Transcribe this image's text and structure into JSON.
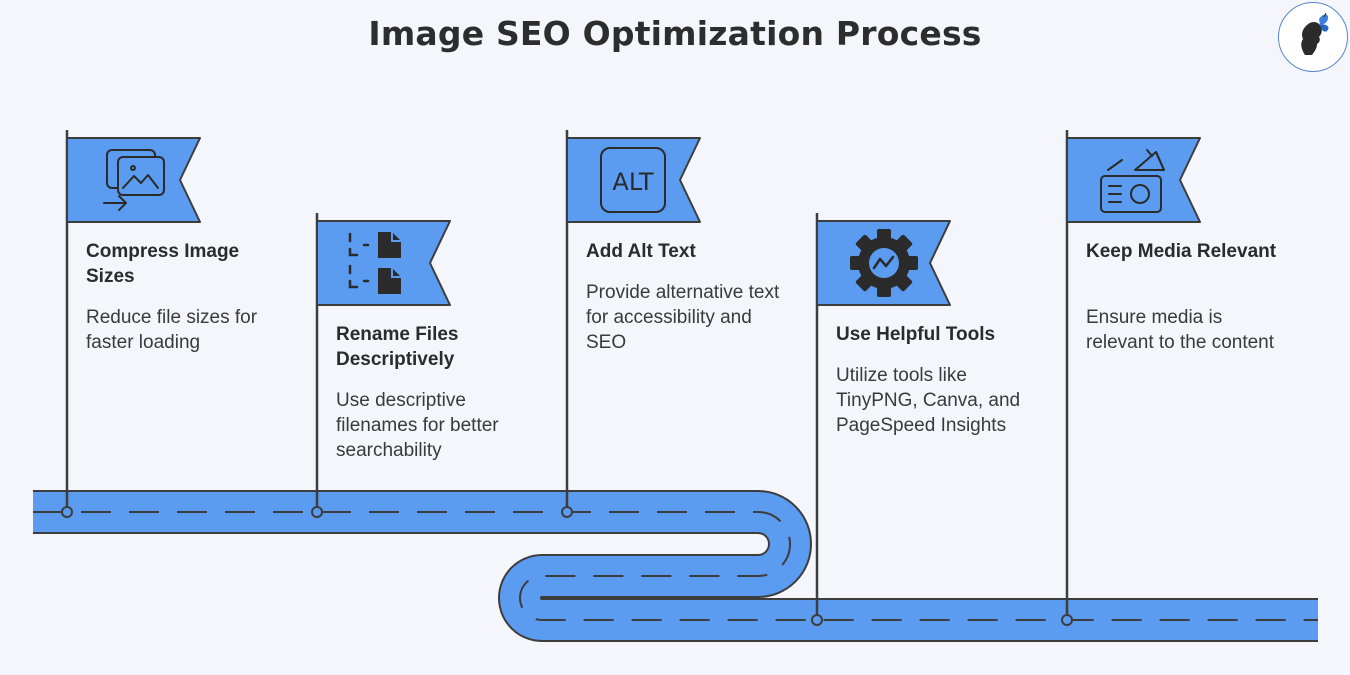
{
  "title": "Image SEO Optimization Process",
  "colors": {
    "flag": "#5b9bf0",
    "road": "#5b9bf0",
    "outline": "#3d3d3d",
    "background": "#f4f6fb"
  },
  "steps": [
    {
      "title": "Compress Image Sizes",
      "desc": "Reduce file sizes for faster loading",
      "icon": "image-compress-icon"
    },
    {
      "title": "Rename Files Descriptively",
      "desc": "Use descriptive filenames for better searchability",
      "icon": "file-rename-icon"
    },
    {
      "title": "Add Alt Text",
      "desc": "Provide alternative text for accessibility and SEO",
      "icon": "alt-text-icon",
      "icon_text": "ALT"
    },
    {
      "title": "Use Helpful Tools",
      "desc": "Utilize tools like TinyPNG, Canva, and PageSpeed Insights",
      "icon": "gear-icon"
    },
    {
      "title": "Keep Media Relevant",
      "desc": "Ensure media is relevant to the content",
      "icon": "media-megaphone-icon"
    }
  ],
  "logo": {
    "icon": "butterfly-profile-logo-icon"
  }
}
